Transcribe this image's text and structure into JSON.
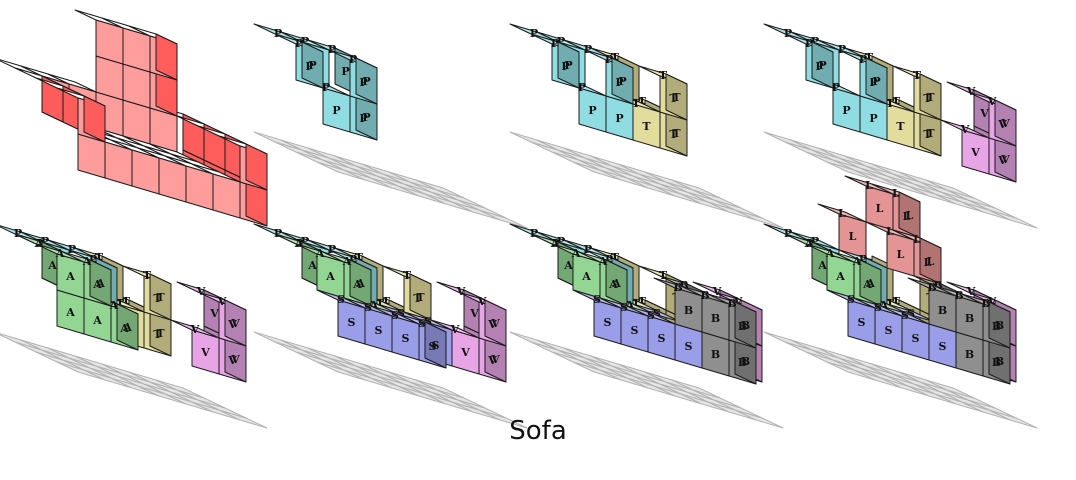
{
  "caption": "Sofa",
  "colors": {
    "sofa": "#ff9c9c",
    "P": "#8fdde2",
    "T": "#e3dd9d",
    "V": "#e7a5e6",
    "A": "#93d694",
    "S": "#9a9de8",
    "B": "#8f8f8f",
    "L": "#e49494",
    "grid": "#e6e6e6"
  },
  "steps": [
    {
      "name": "assembled-sofa",
      "pieces": []
    },
    {
      "name": "step-1",
      "pieces": [
        "P"
      ]
    },
    {
      "name": "step-2",
      "pieces": [
        "P",
        "T"
      ]
    },
    {
      "name": "step-3",
      "pieces": [
        "P",
        "T",
        "V"
      ]
    },
    {
      "name": "step-4",
      "pieces": [
        "P",
        "T",
        "V",
        "A"
      ]
    },
    {
      "name": "step-5",
      "pieces": [
        "P",
        "T",
        "V",
        "A",
        "S"
      ]
    },
    {
      "name": "step-6",
      "pieces": [
        "P",
        "T",
        "V",
        "A",
        "S",
        "B"
      ]
    },
    {
      "name": "step-7",
      "pieces": [
        "P",
        "T",
        "V",
        "A",
        "S",
        "B",
        "L"
      ]
    }
  ]
}
